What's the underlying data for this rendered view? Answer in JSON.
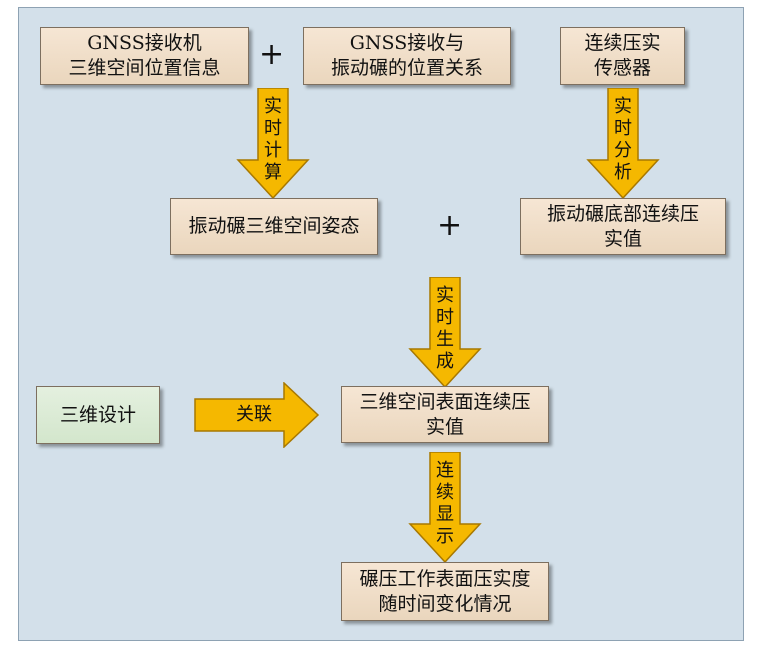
{
  "nodes": {
    "gnss_receiver": [
      "GNSS接收机",
      "三维空间位置信息"
    ],
    "gnss_roller": [
      "GNSS接收与",
      "振动碾的位置关系"
    ],
    "pressure_sensor": [
      "连续压实",
      "传感器"
    ],
    "roller_pose": [
      "振动碾三维空间姿态"
    ],
    "bottom_pressure": [
      "振动碾底部连续压",
      "实值"
    ],
    "design_3d": [
      "三维设计"
    ],
    "surface_pressure": [
      "三维空间表面连续压",
      "实值"
    ],
    "result": [
      "碾压工作表面压实度",
      "随时间变化情况"
    ]
  },
  "plus_symbol": "+",
  "arrows": {
    "realtime_calc": "实时计算",
    "realtime_analysis": "实时分析",
    "realtime_generate": "实时生成",
    "continuous_display": "连续显示",
    "association": "关联"
  },
  "colors": {
    "arrow_fill": "#f5b800",
    "arrow_stroke": "#a87800",
    "box_fill": "#f3e2cf",
    "green_box_fill": "#dcebd5",
    "background": "#d3e0ea"
  }
}
